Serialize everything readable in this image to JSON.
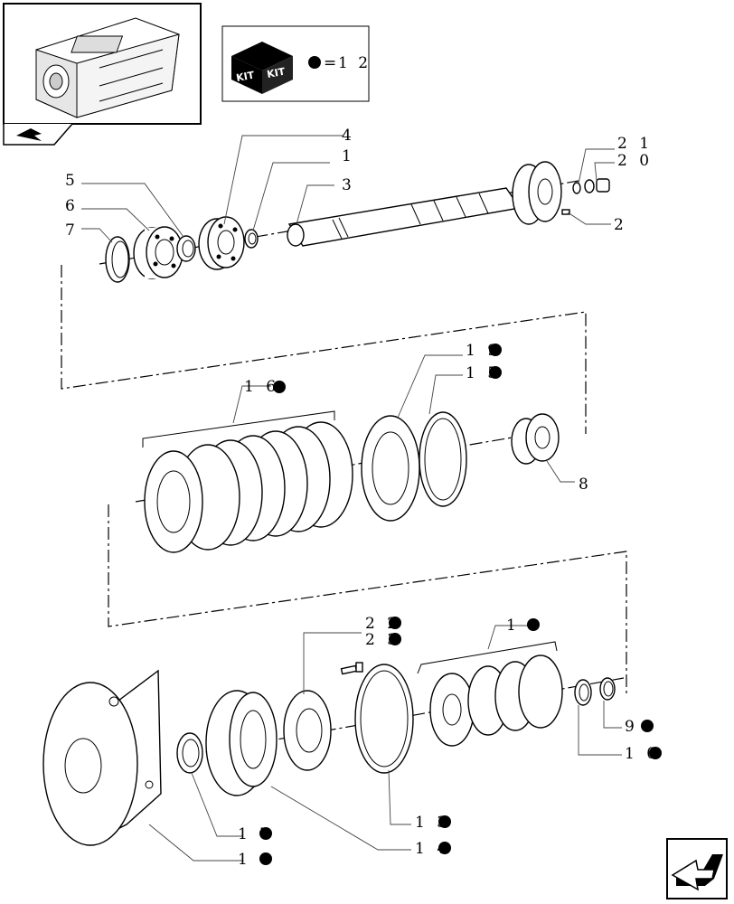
{
  "kit_legend": {
    "equals": "=",
    "value": "1 2",
    "badge_text_1": "KIT",
    "badge_text_2": "KIT"
  },
  "labels": [
    {
      "id": "p1",
      "text": "1"
    },
    {
      "id": "p2",
      "text": "2"
    },
    {
      "id": "p3",
      "text": "3"
    },
    {
      "id": "p4",
      "text": "4"
    },
    {
      "id": "p5",
      "text": "5"
    },
    {
      "id": "p6",
      "text": "6"
    },
    {
      "id": "p7",
      "text": "7"
    },
    {
      "id": "p8",
      "text": "8"
    },
    {
      "id": "p9",
      "text": "9"
    },
    {
      "id": "p10",
      "text": "1 0"
    },
    {
      "id": "p11",
      "text": "1 1"
    },
    {
      "id": "p13",
      "text": "1 3"
    },
    {
      "id": "p14",
      "text": "1 4"
    },
    {
      "id": "p15",
      "text": "1 5"
    },
    {
      "id": "p16",
      "text": "1 6"
    },
    {
      "id": "p17",
      "text": "1 7"
    },
    {
      "id": "p18",
      "text": "1 8"
    },
    {
      "id": "p19",
      "text": "1 9"
    },
    {
      "id": "p20",
      "text": "2 0"
    },
    {
      "id": "p21",
      "text": "2 1"
    },
    {
      "id": "p22",
      "text": "2 2"
    },
    {
      "id": "p23",
      "text": "2 3"
    }
  ],
  "colors": {
    "ink": "#000000",
    "paper": "#ffffff"
  },
  "icons": [
    "transmission-housing-thumbnail",
    "kit-box-icon",
    "navigation-arrow-icon"
  ]
}
